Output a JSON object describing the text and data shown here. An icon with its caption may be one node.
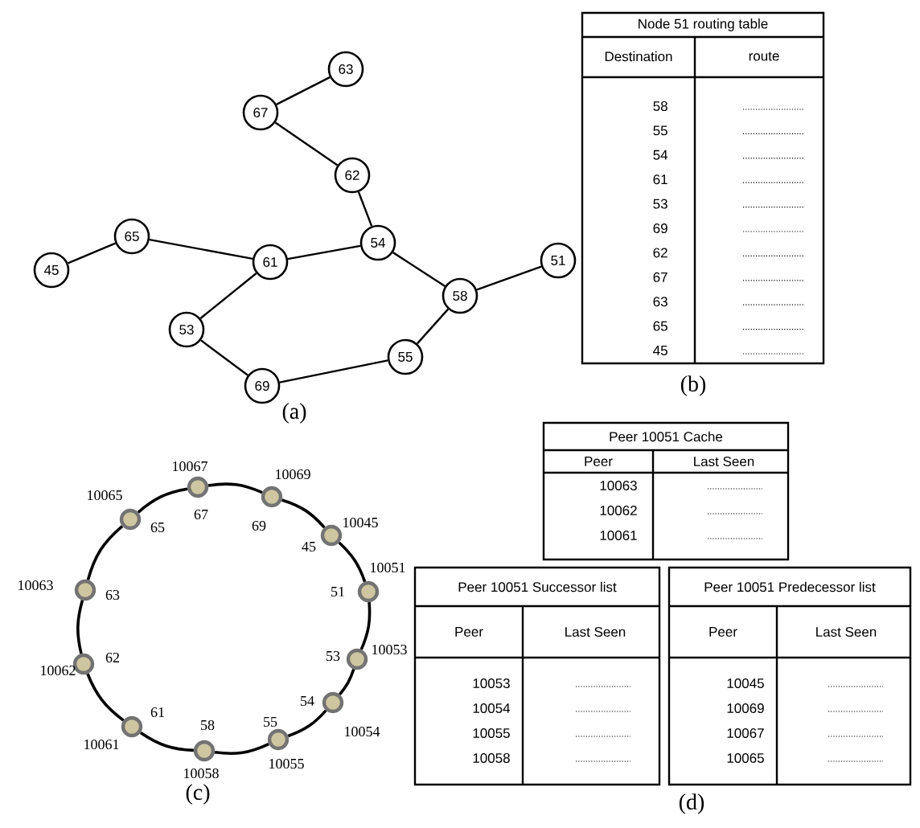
{
  "diagram": {
    "nodes": [
      {
        "text": [
          "63"
        ]
      },
      {
        "text": [
          "67"
        ]
      },
      {
        "text": [
          "62"
        ]
      },
      {
        "text": [
          "65"
        ]
      },
      {
        "text": [
          "54"
        ]
      },
      {
        "text": [
          "61"
        ]
      },
      {
        "text": [
          "45"
        ]
      },
      {
        "text": [
          "51"
        ]
      },
      {
        "text": [
          "58"
        ]
      },
      {
        "text": [
          "53"
        ]
      },
      {
        "text": [
          "55"
        ]
      },
      {
        "text": [
          "69"
        ]
      },
      {
        "text": [],
        "shape": "circle",
        "beside": [
          "10067",
          "67"
        ]
      },
      {
        "text": [],
        "shape": "circle",
        "beside": [
          "10069",
          "69"
        ]
      },
      {
        "text": [],
        "shape": "circle",
        "beside": [
          "10045",
          "45"
        ]
      },
      {
        "text": [],
        "shape": "circle",
        "beside": [
          "10051",
          "51"
        ]
      },
      {
        "text": [],
        "shape": "circle",
        "beside": [
          "10053",
          "53"
        ]
      },
      {
        "text": [],
        "shape": "circle",
        "beside": [
          "10054",
          "54"
        ]
      },
      {
        "text": [],
        "shape": "circle",
        "beside": [
          "10055",
          "55"
        ]
      },
      {
        "text": [],
        "shape": "circle",
        "beside": [
          "10058",
          "58"
        ]
      },
      {
        "text": [],
        "shape": "circle",
        "beside": [
          "10061",
          "61"
        ]
      },
      {
        "text": [],
        "shape": "circle",
        "beside": [
          "10062",
          "62"
        ]
      },
      {
        "text": [],
        "shape": "circle",
        "beside": [
          "10063",
          "63"
        ]
      },
      {
        "text": [],
        "shape": "circle",
        "beside": [
          "10065",
          "65"
        ]
      }
    ],
    "edges": [
      {
        "from": 0,
        "to": 1,
        "arrow": "none"
      },
      {
        "from": 1,
        "to": 2,
        "arrow": "none"
      },
      {
        "from": 2,
        "to": 4,
        "arrow": "none"
      },
      {
        "from": 3,
        "to": 6,
        "arrow": "none"
      },
      {
        "from": 3,
        "to": 5,
        "arrow": "none"
      },
      {
        "from": 5,
        "to": 4,
        "arrow": "none"
      },
      {
        "from": 4,
        "to": 8,
        "arrow": "none"
      },
      {
        "from": 8,
        "to": 7,
        "arrow": "none"
      },
      {
        "from": 5,
        "to": 9,
        "arrow": "none"
      },
      {
        "from": 9,
        "to": 11,
        "arrow": "none"
      },
      {
        "from": 11,
        "to": 10,
        "arrow": "none"
      },
      {
        "from": 10,
        "to": 8,
        "arrow": "none"
      },
      {
        "from": 12,
        "to": 13,
        "arrow": "none"
      },
      {
        "from": 13,
        "to": 14,
        "arrow": "none"
      },
      {
        "from": 14,
        "to": 15,
        "arrow": "none"
      },
      {
        "from": 15,
        "to": 16,
        "arrow": "none"
      },
      {
        "from": 16,
        "to": 17,
        "arrow": "none"
      },
      {
        "from": 17,
        "to": 18,
        "arrow": "none"
      },
      {
        "from": 18,
        "to": 19,
        "arrow": "none"
      },
      {
        "from": 19,
        "to": 20,
        "arrow": "none"
      },
      {
        "from": 20,
        "to": 21,
        "arrow": "none"
      },
      {
        "from": 21,
        "to": 22,
        "arrow": "none"
      },
      {
        "from": 22,
        "to": 23,
        "arrow": "none"
      },
      {
        "from": 23,
        "to": 12,
        "arrow": "none"
      }
    ],
    "labels": [
      "Node 51 routing table",
      "Destination",
      "route",
      "58",
      "55",
      "54",
      "61",
      "53",
      "69",
      "62",
      "67",
      "63",
      "65",
      "45",
      "(a)",
      "(b)",
      "Peer 10051 Cache",
      "Peer",
      "Last Seen",
      "10063",
      "10062",
      "10061",
      "Peer 10051 Successor list",
      "Peer",
      "Last Seen",
      "10053",
      "10054",
      "10055",
      "10058",
      "Peer 10051 Predecessor list",
      "Peer",
      "Last Seen",
      "10045",
      "10069",
      "10067",
      "10065",
      "(c)",
      "(d)"
    ]
  }
}
